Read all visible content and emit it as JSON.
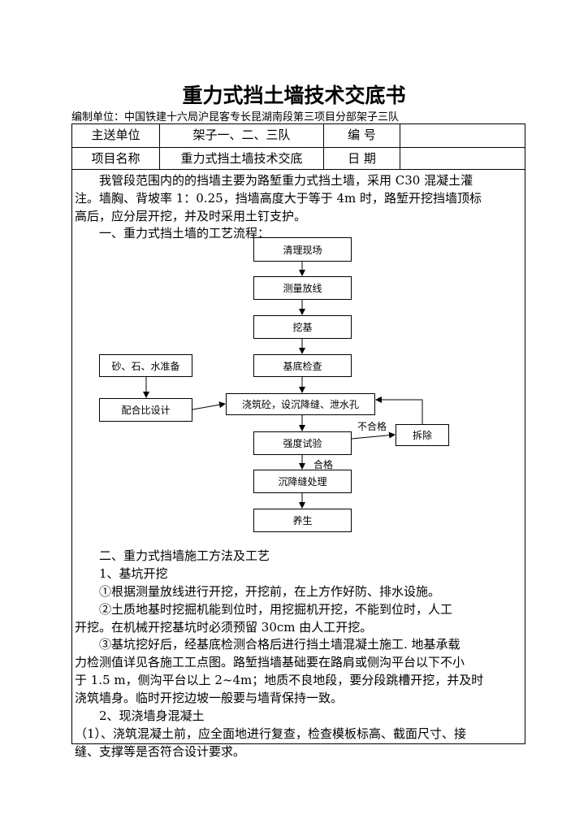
{
  "title": "重力式挡土墙技术交底书",
  "unit": "编制单位：中国铁建十六局沪昆客专长昆湖南段第三项目分部架子三队",
  "header": {
    "send_label": "主送单位",
    "send_value": "架子一、二、三队",
    "no_label": "编 号",
    "no_value": "",
    "name_label": "项目名称",
    "name_value": "重力式挡土墙技术交底",
    "date_label": "日 期",
    "date_value": ""
  },
  "body": {
    "p1": [
      "　　我管段范围内的的挡墙主要为路堑重力式挡土墙，采用 C30 混凝土灌",
      "注。墙胸、背坡率 1：0.25，挡墙高度大于等于 4m 时，路堑开挖挡墙顶标",
      "高后，应分层开挖，并及时采用土钉支护。",
      "　　一、重力式挡土墙的工艺流程："
    ],
    "p2": [
      "　　二、重力式挡墙施工方法及工艺",
      "　　1、基坑开挖",
      "　　①根据测量放线进行开挖，开挖前，在上方作好防、排水设施。",
      "　　②土质地基时挖掘机能到位时，用挖掘机开挖，不能到位时，人工",
      "开挖。在机械开挖基坑时必须预留 30cm 由人工开挖。"
    ],
    "p3": [
      "　　③基坑挖好后，经基底检测合格后进行挡土墙混凝土施工. 地基承载",
      "力检测值详见各施工工点图。路堑挡墙基础要在路肩或侧沟平台以下不小",
      "于 1.5 m，侧沟平台以上 2~4m；地质不良地段，要分段跳槽开挖，并及时",
      "浇筑墙身。临时开挖边坡一般要与墙背保持一致。",
      "　　2、现浇墙身混凝土",
      "（1）、浇筑混凝土前，应全面地进行复查，检查模板标高、截面尺寸、接",
      "缝、支撑等是否符合设计要求。"
    ]
  },
  "flow": {
    "s1": "清理现场",
    "s2": "测量放线",
    "s3": "挖基",
    "s4": "基底检查",
    "m1": "砂、石、水准备",
    "m2": "配合比设计",
    "s5": "浇筑砼，设沉降缝、泄水孔",
    "s6": "强度试验",
    "r": "拆除",
    "fail": "不合格",
    "pass": "合格",
    "s7": "沉降缝处理",
    "s8": "养生"
  }
}
